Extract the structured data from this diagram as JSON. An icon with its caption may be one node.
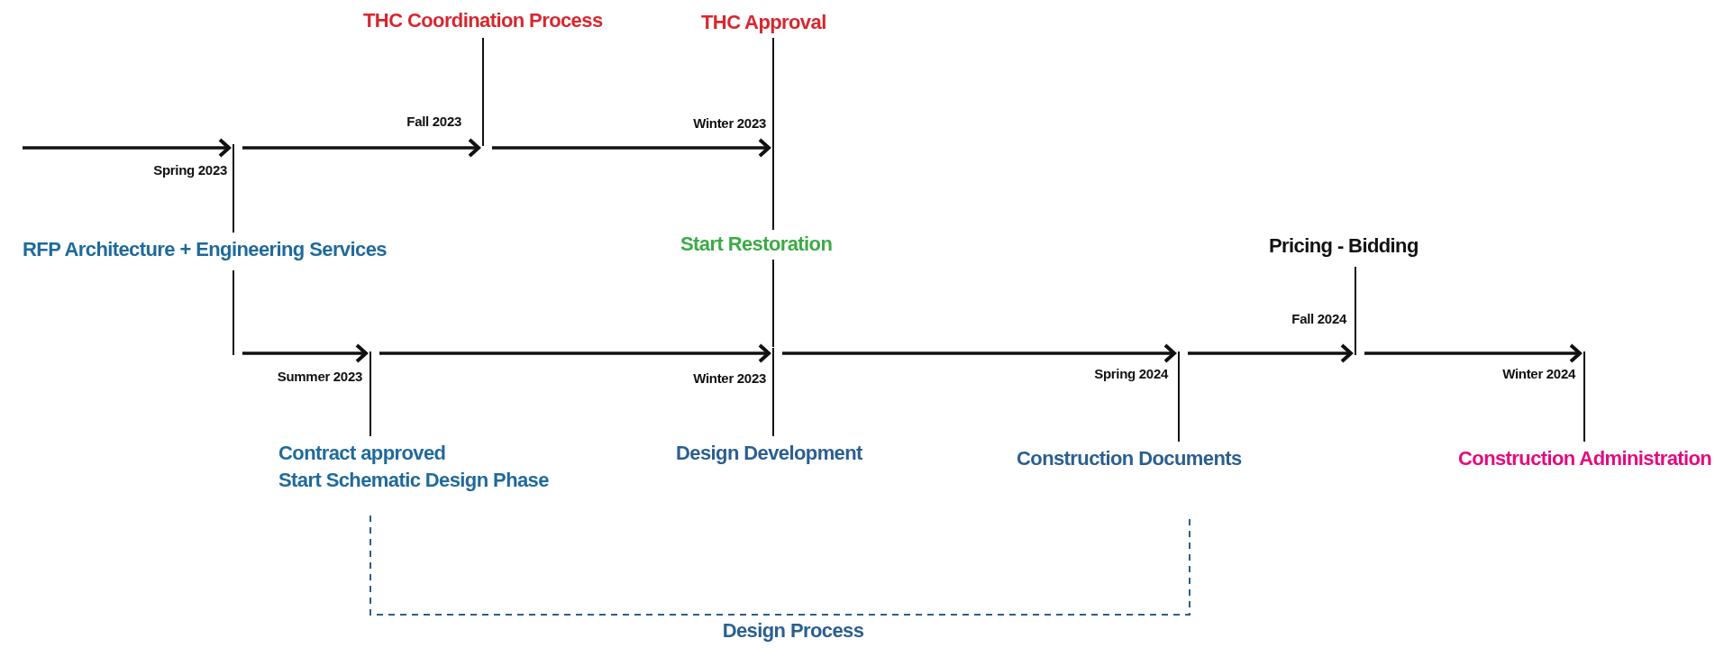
{
  "diagram": {
    "nodes": [
      {
        "text": [
          "THC Coordination Process"
        ]
      },
      {
        "text": [
          "THC Approval"
        ]
      },
      {
        "text": [
          "RFP Architecture + Engineering Services"
        ]
      },
      {
        "text": [
          "Start Restoration"
        ]
      },
      {
        "text": [
          "Pricing - Bidding"
        ]
      },
      {
        "text": [
          "Contract approved",
          "Start Schematic Design Phase"
        ]
      },
      {
        "text": [
          "Design Development"
        ]
      },
      {
        "text": [
          "Construction Documents"
        ]
      },
      {
        "text": [
          "Construction Administration"
        ]
      }
    ],
    "edges": [
      {
        "from": null,
        "to": 2,
        "arrow": "to"
      },
      {
        "from": 2,
        "to": 0,
        "arrow": "to"
      },
      {
        "from": 0,
        "to": 1,
        "arrow": "to"
      },
      {
        "from": 1,
        "to": 3,
        "arrow": "none"
      },
      {
        "from": 3,
        "to": 6,
        "arrow": "none"
      },
      {
        "from": 2,
        "to": 5,
        "arrow": "to"
      },
      {
        "from": 5,
        "to": 6,
        "arrow": "to"
      },
      {
        "from": 6,
        "to": 7,
        "arrow": "to"
      },
      {
        "from": 7,
        "to": 4,
        "arrow": "to"
      },
      {
        "from": 4,
        "to": 8,
        "arrow": "to"
      }
    ],
    "labels": [
      "Fall 2023",
      "Winter 2023",
      "Spring 2023",
      "Fall 2024",
      "Summer 2023",
      "Winter 2023",
      "Spring 2024",
      "Winter 2024",
      "Design Process"
    ]
  }
}
